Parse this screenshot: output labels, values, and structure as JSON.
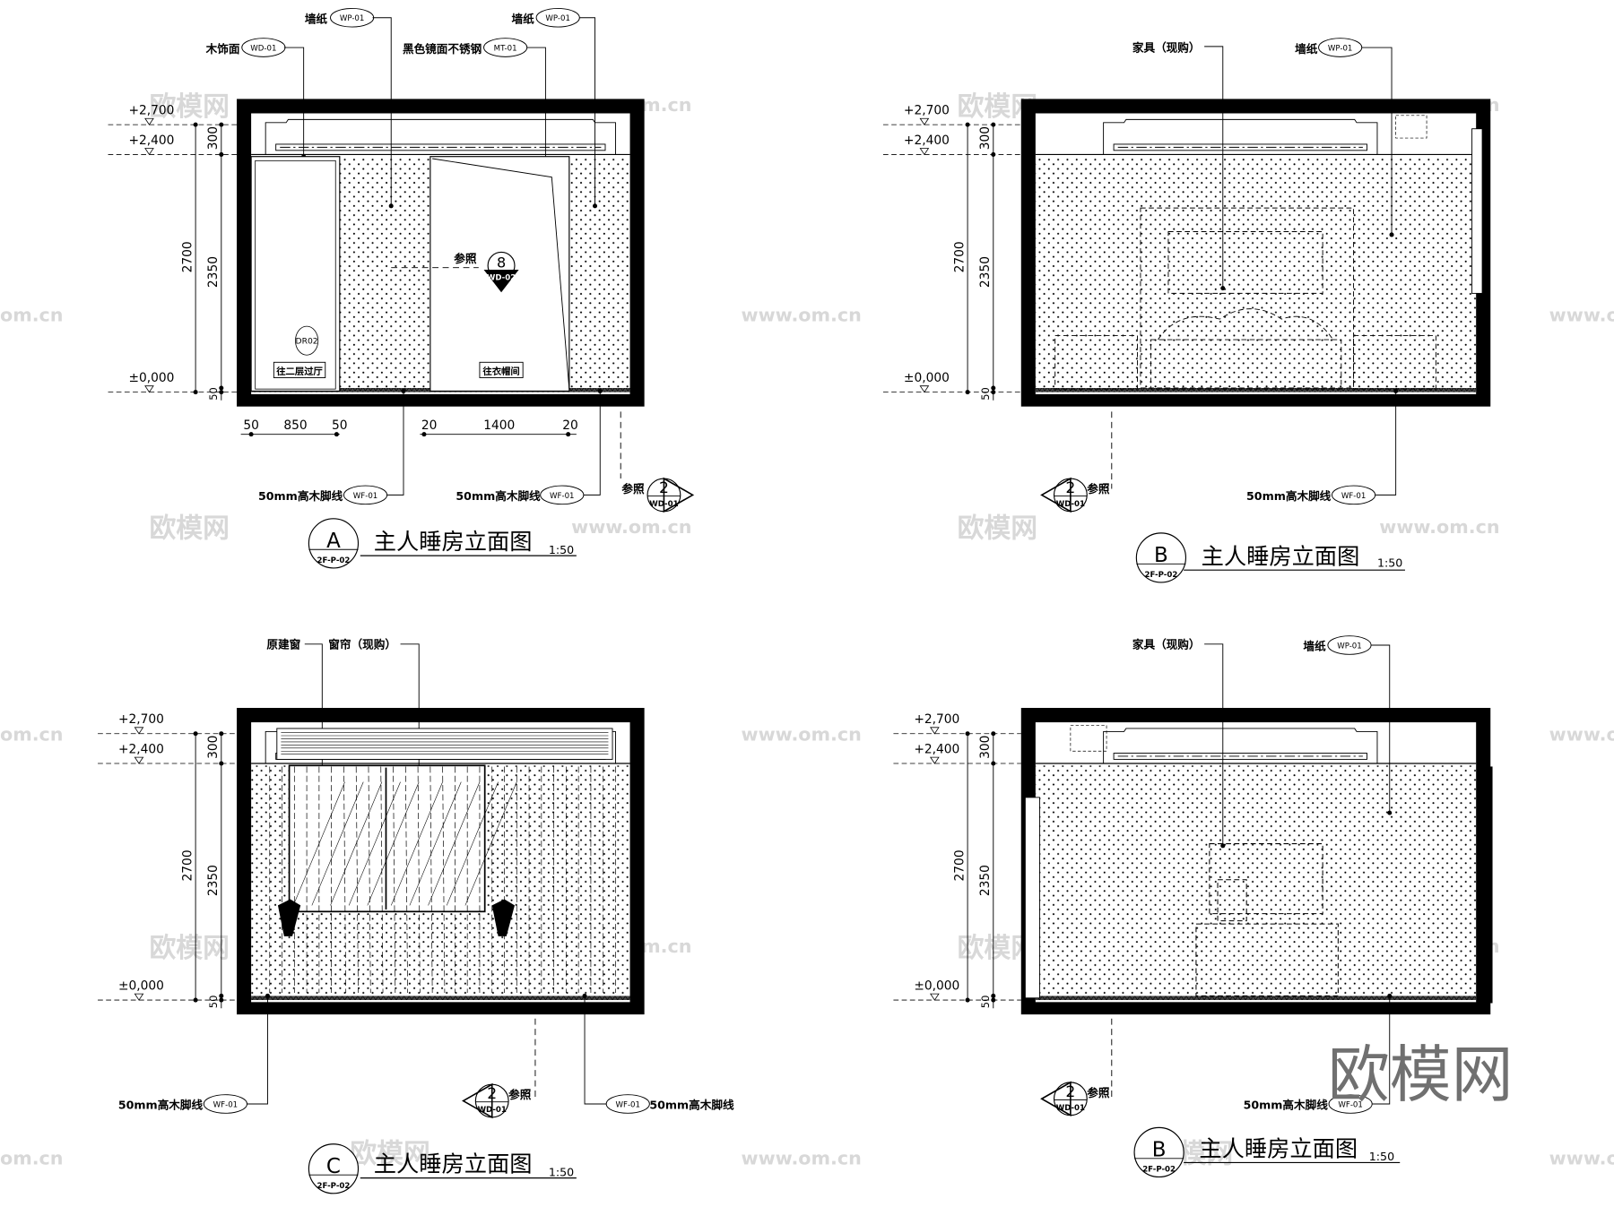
{
  "colors": {
    "ink": "#000000",
    "watermark": "#d8d8d8",
    "watermark_big": "#707070"
  },
  "watermarks": {
    "brand": "欧模网",
    "site": "www.om.cn",
    "site_short": "om.cn"
  },
  "panels": [
    {
      "id": "A",
      "sheet": "2F-P-02",
      "title": "主人睡房立面图",
      "scale": "1:50",
      "levels": [
        "+2,700",
        "+2,400",
        "±0,000"
      ],
      "dims_v": [
        "2700",
        "300",
        "2350",
        "50"
      ],
      "callouts_top": [
        {
          "text": "墙纸",
          "code": "WP-01"
        },
        {
          "text": "木饰面",
          "code": "WD-01"
        },
        {
          "text": "黑色镜面不锈钢",
          "code": "MT-01"
        },
        {
          "text": "墙纸",
          "code": "WP-01"
        }
      ],
      "callouts_bottom": [
        {
          "text": "50mm高木脚线",
          "code": "WF-01"
        },
        {
          "text": "50mm高木脚线",
          "code": "WF-01"
        }
      ],
      "ref": {
        "label": "参照",
        "num": "2",
        "sheet": "WD-01"
      },
      "detail_ref": {
        "label": "参照",
        "num": "8",
        "sheet": "WD-02"
      },
      "door_tag": "DR02",
      "door_left_label": "往二层过厅",
      "door_right_label": "往衣帽间",
      "dims_h": [
        "50",
        "850",
        "50",
        "20",
        "1400",
        "20"
      ]
    },
    {
      "id": "B",
      "sheet": "2F-P-02",
      "title": "主人睡房立面图",
      "scale": "1:50",
      "levels": [
        "+2,700",
        "+2,400",
        "±0,000"
      ],
      "dims_v": [
        "2700",
        "300",
        "2350",
        "50"
      ],
      "callouts_top": [
        {
          "text": "家具（现购）",
          "code": ""
        },
        {
          "text": "墙纸",
          "code": "WP-01"
        }
      ],
      "callouts_bottom": [
        {
          "text": "50mm高木脚线",
          "code": "WF-01"
        }
      ],
      "ref": {
        "label": "参照",
        "num": "2",
        "sheet": "WD-01"
      }
    },
    {
      "id": "C",
      "sheet": "2F-P-02",
      "title": "主人睡房立面图",
      "scale": "1:50",
      "levels": [
        "+2,700",
        "+2,400",
        "±0,000"
      ],
      "dims_v": [
        "2700",
        "300",
        "2350",
        "50"
      ],
      "callouts_top": [
        {
          "text": "原建窗",
          "code": ""
        },
        {
          "text": "窗帘（现购）",
          "code": ""
        }
      ],
      "callouts_bottom": [
        {
          "text": "50mm高木脚线",
          "code": "WF-01"
        },
        {
          "text": "50mm高木脚线",
          "code": "WF-01"
        }
      ],
      "ref": {
        "label": "参照",
        "num": "2",
        "sheet": "WD-01"
      }
    },
    {
      "id": "B",
      "sheet": "2F-P-02",
      "title": "主人睡房立面图",
      "scale": "1:50",
      "levels": [
        "+2,700",
        "+2,400",
        "±0,000"
      ],
      "dims_v": [
        "2700",
        "300",
        "2350",
        "50"
      ],
      "callouts_top": [
        {
          "text": "家具（现购）",
          "code": ""
        },
        {
          "text": "墙纸",
          "code": "WP-01"
        }
      ],
      "callouts_bottom": [
        {
          "text": "50mm高木脚线",
          "code": "WF-01"
        }
      ],
      "ref": {
        "label": "参照",
        "num": "2",
        "sheet": "WD-01"
      }
    }
  ]
}
